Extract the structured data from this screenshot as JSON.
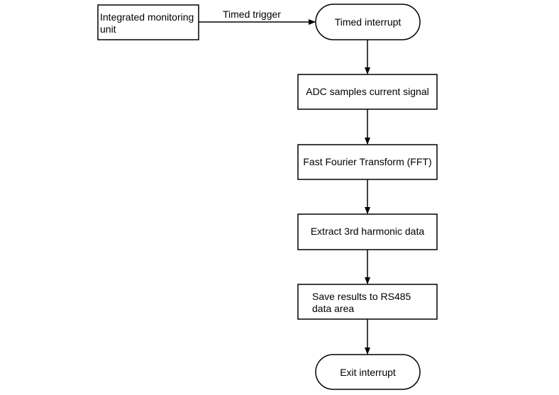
{
  "nodes": {
    "monitoring_unit": {
      "lines": [
        "Integrated monitoring",
        "unit"
      ]
    },
    "timed_interrupt": {
      "label": "Timed interrupt"
    },
    "adc_sample": {
      "label": "ADC samples current signal"
    },
    "fft": {
      "label": "Fast Fourier Transform (FFT)"
    },
    "extract_harmonic": {
      "label": "Extract 3rd harmonic data"
    },
    "save_results": {
      "lines": [
        "Save results to RS485",
        "data area"
      ]
    },
    "exit_interrupt": {
      "label": "Exit interrupt"
    }
  },
  "edges": {
    "trigger": {
      "label": "Timed trigger"
    }
  },
  "colors": {
    "stroke": "#000000",
    "fill": "#ffffff",
    "text": "#000000"
  }
}
